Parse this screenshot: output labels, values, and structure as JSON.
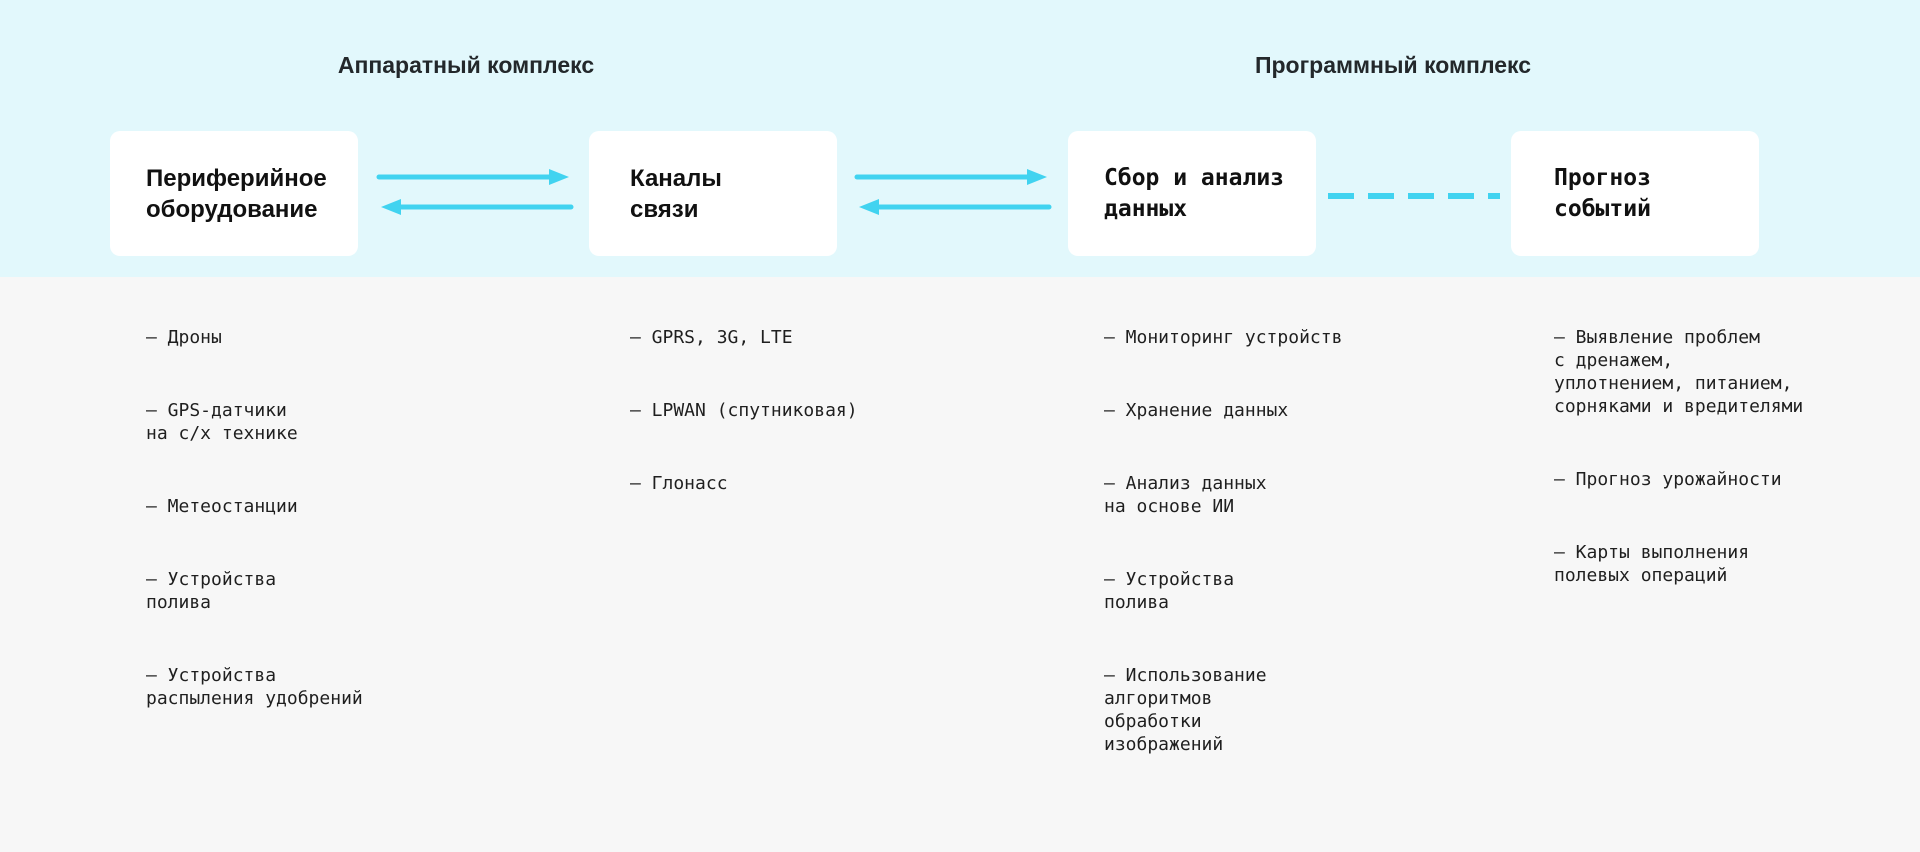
{
  "sections": {
    "hardware_title": "Аппаратный комплекс",
    "software_title": "Программный комплекс"
  },
  "blocks": [
    {
      "title": "Периферийное\nоборудование",
      "items": [
        "— Дроны",
        "— GPS-датчики\nна с/х технике",
        "— Метеостанции",
        "— Устройства\nполива",
        "— Устройства\nраспыления удобрений"
      ]
    },
    {
      "title": "Каналы\nсвязи",
      "items": [
        "— GPRS, 3G, LTE",
        "— LPWAN (спутниковая)",
        "— Глонасс"
      ]
    },
    {
      "title": "Сбор и анализ\nданных",
      "items": [
        "— Мониторинг устройств",
        "— Хранение данных",
        "— Анализ данных\nна основе ИИ",
        "— Устройства\nполива",
        "— Использование\nалгоритмов\nобработки\nизображений"
      ]
    },
    {
      "title": "Прогноз\nсобытий",
      "items": [
        "— Выявление проблем\nс дренажем,\nуплотнением, питанием,\nсорняками и вредителями",
        "— Прогноз урожайности",
        "— Карты выполнения\nполевых операций"
      ]
    }
  ],
  "colors": {
    "top_band": "#e2f8fc",
    "bottom_band": "#f7f7f7",
    "accent": "#41d3f0",
    "box": "#ffffff",
    "text": "#1d1d1f"
  },
  "icons": {
    "bidirectional": "double-arrow-icon",
    "dashed": "dashed-line-icon"
  }
}
